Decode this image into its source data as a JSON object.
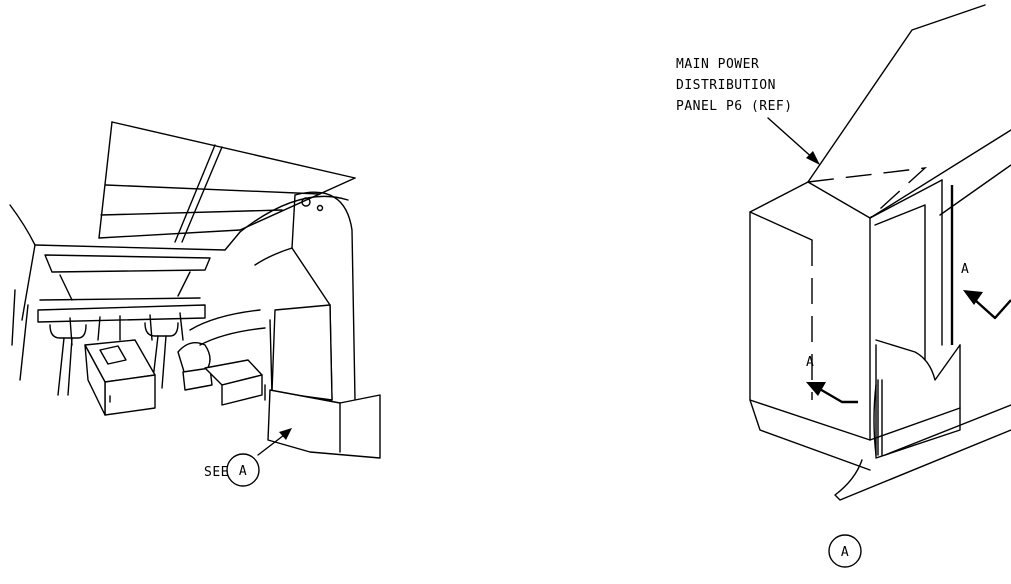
{
  "cockpit_view": {
    "see_label": "SEE",
    "callout_letter": "A"
  },
  "detail_view": {
    "panel_label_lines": [
      "MAIN POWER",
      "DISTRIBUTION",
      "PANEL P6 (REF)"
    ],
    "section_arrow_letter": "A",
    "detail_letter": "A"
  }
}
